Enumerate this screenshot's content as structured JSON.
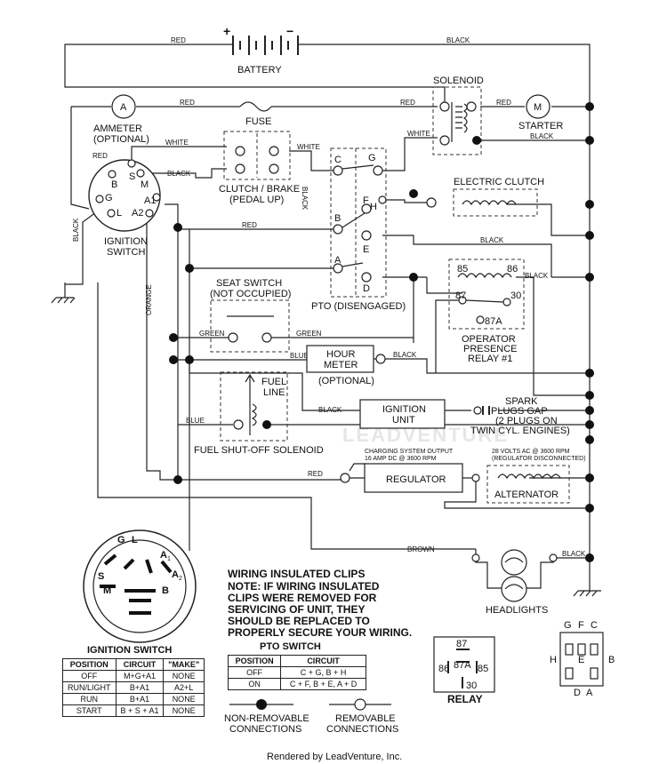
{
  "wire_colors": {
    "red": "RED",
    "black": "BLACK",
    "white": "WHITE",
    "orange": "ORANGE",
    "green": "GREEN",
    "blue": "BLUE",
    "brown": "BROWN"
  },
  "components": {
    "battery": "BATTERY",
    "battery_plus": "+",
    "battery_minus": "−",
    "solenoid": "SOLENOID",
    "starter": "STARTER",
    "starter_m": "M",
    "ammeter_a": "A",
    "ammeter": "AMMETER",
    "ammeter_sub": "(OPTIONAL)",
    "fuse": "FUSE",
    "clutch_brake": "CLUTCH / BRAKE",
    "clutch_brake_sub": "(PEDAL UP)",
    "electric_clutch": "ELECTRIC CLUTCH",
    "ignition_switch_l1": "IGNITION",
    "ignition_switch_l2": "SWITCH",
    "seat_switch": "SEAT SWITCH",
    "seat_switch_sub": "(NOT OCCUPIED)",
    "pto": "PTO (DISENGAGED)",
    "hour_meter_l1": "HOUR",
    "hour_meter_l2": "METER",
    "hour_meter_sub": "(OPTIONAL)",
    "fuel_line_l1": "FUEL",
    "fuel_line_l2": "LINE",
    "fuel_solenoid": "FUEL SHUT-OFF SOLENOID",
    "ignition_unit_l1": "IGNITION",
    "ignition_unit_l2": "UNIT",
    "spark_l1": "SPARK",
    "spark_l2": "PLUGS GAP",
    "spark_l3": "(2 PLUGS ON",
    "spark_l4": "TWIN CYL. ENGINES)",
    "operator_l1": "OPERATOR",
    "operator_l2": "PRESENCE",
    "operator_l3": "RELAY #1",
    "regulator": "REGULATOR",
    "alternator": "ALTERNATOR",
    "charging_l1": "CHARGING SYSTEM OUTPUT",
    "charging_l2": "16 AMP DC @ 3600 RPM",
    "alt_l1": "28 VOLTS AC @ 3600 RPM",
    "alt_l2": "(REGULATOR DISCONNECTED)",
    "headlights": "HEADLIGHTS"
  },
  "ign_pins": {
    "s": "S",
    "b": "B",
    "m": "M",
    "g": "G",
    "l": "L",
    "a1": "A1",
    "a2": "A2"
  },
  "pto_pins": {
    "c": "C",
    "g": "G",
    "f": "F",
    "h": "H",
    "b": "B",
    "e": "E",
    "a": "A",
    "d": "D"
  },
  "relay_pins": {
    "p85": "85",
    "p86": "86",
    "p87": "87",
    "p30": "30",
    "p87a": "87A"
  },
  "switch_face": {
    "g": "G",
    "l": "L",
    "a1": "A",
    "a1s": "1",
    "a2": "A",
    "a2s": "2",
    "s": "S",
    "m": "M",
    "b": "B"
  },
  "note": {
    "title": "WIRING INSULATED CLIPS",
    "lines": [
      "NOTE: IF WIRING INSULATED",
      "CLIPS WERE REMOVED FOR",
      "SERVICING OF UNIT, THEY",
      "SHOULD BE REPLACED TO",
      "PROPERLY SECURE YOUR WIRING."
    ]
  },
  "ignition_table": {
    "title": "IGNITION SWITCH",
    "headers": [
      "POSITION",
      "CIRCUIT",
      "\"MAKE\""
    ],
    "rows": [
      [
        "OFF",
        "M+G+A1",
        "NONE"
      ],
      [
        "RUN/LIGHT",
        "B+A1",
        "A2+L"
      ],
      [
        "RUN",
        "B+A1",
        "NONE"
      ],
      [
        "START",
        "B + S + A1",
        "NONE"
      ]
    ]
  },
  "pto_table": {
    "title": "PTO SWITCH",
    "headers": [
      "POSITION",
      "CIRCUIT"
    ],
    "rows": [
      [
        "OFF",
        "C + G, B + H"
      ],
      [
        "ON",
        "C + F, B + E, A + D"
      ]
    ]
  },
  "relay_legend": {
    "title": "RELAY",
    "p87": "87",
    "p87a": "87A",
    "p86": "86",
    "p85": "85",
    "p30": "30"
  },
  "connector": {
    "top": [
      "G",
      "F",
      "C"
    ],
    "h": "H",
    "e": "E",
    "b": "B",
    "bottom": [
      "D",
      "A"
    ]
  },
  "legend": {
    "nonrem_l1": "NON-REMOVABLE",
    "nonrem_l2": "CONNECTIONS",
    "rem_l1": "REMOVABLE",
    "rem_l2": "CONNECTIONS"
  },
  "watermark": "LEADVENTURE",
  "footer": "Rendered by LeadVenture, Inc."
}
